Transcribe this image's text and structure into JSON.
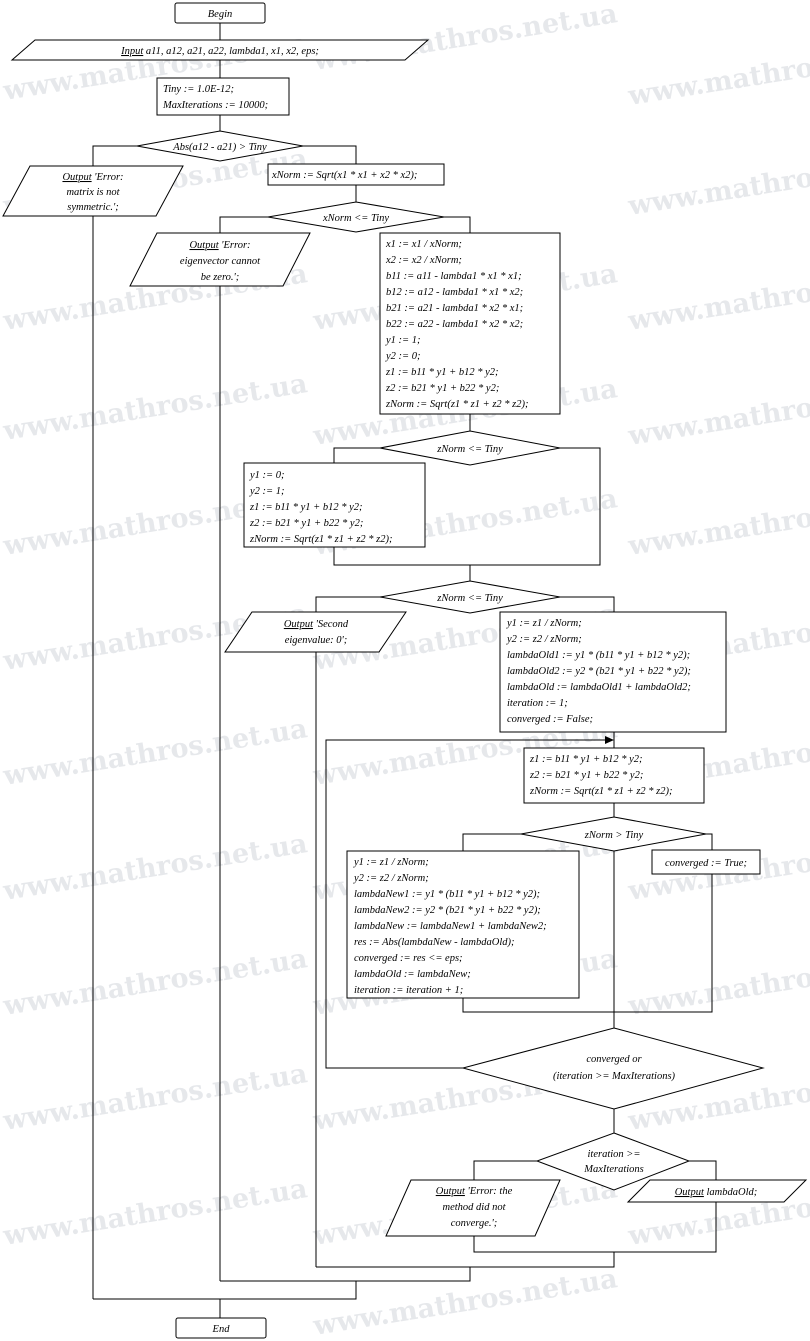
{
  "watermark": "www.mathros.net.ua",
  "begin": "Begin",
  "end": "End",
  "input": {
    "keyword": "Input",
    "text": "a11, a12, a21, a22, lambda1, x1, x2, eps;"
  },
  "init": [
    "Tiny := 1.0E-12;",
    "MaxIterations := 10000;"
  ],
  "cond_symmetric": "Abs(a12 - a21) > Tiny",
  "out_not_symmetric": {
    "keyword": "Output",
    "lines": [
      "'Error:",
      "matrix is not",
      "symmetric.';"
    ]
  },
  "xnorm_assign": "xNorm := Sqrt(x1 * x1 + x2 * x2);",
  "cond_xnorm": "xNorm <= Tiny",
  "out_zero_vector": {
    "keyword": "Output",
    "lines": [
      "'Error:",
      "eigenvector cannot",
      "be zero.';"
    ]
  },
  "block_b": [
    "x1 := x1 / xNorm;",
    "x2 := x2 / xNorm;",
    "b11 := a11 - lambda1 * x1 * x1;",
    "b12 := a12 - lambda1 * x1 * x2;",
    "b21 := a21 - lambda1 * x2 * x1;",
    "b22 := a22 - lambda1 * x2 * x2;",
    "y1 := 1;",
    "y2 := 0;",
    "z1 := b11 * y1 + b12 * y2;",
    "z2 := b21 * y1 + b22 * y2;",
    "zNorm := Sqrt(z1 * z1 + z2 * z2);"
  ],
  "cond_znorm1": "zNorm <= Tiny",
  "block_y2": [
    "y1 := 0;",
    "y2 := 1;",
    "z1 := b11 * y1 + b12 * y2;",
    "z2 := b21 * y1 + b22 * y2;",
    "zNorm := Sqrt(z1 * z1 + z2 * z2);"
  ],
  "cond_znorm2": "zNorm <= Tiny",
  "out_second": {
    "keyword": "Output",
    "lines": [
      "'Second",
      "eigenvalue: 0';"
    ]
  },
  "block_lambda_old": [
    "y1 := z1 / zNorm;",
    "y2 := z2 / zNorm;",
    "lambdaOld1 := y1 * (b11 * y1 + b12 * y2);",
    "lambdaOld2 := y2 * (b21 * y1 + b22 * y2);",
    "lambdaOld := lambdaOld1 + lambdaOld2;",
    "iteration := 1;",
    "converged := False;"
  ],
  "block_z": [
    "z1 := b11 * y1 + b12 * y2;",
    "z2 := b21 * y1 + b22 * y2;",
    "zNorm := Sqrt(z1 * z1 + z2 * z2);"
  ],
  "cond_znorm_pos": "zNorm > Tiny",
  "block_update": [
    "y1 := z1 / zNorm;",
    "y2 := z2 / zNorm;",
    "lambdaNew1 := y1 * (b11 * y1 + b12 * y2);",
    "lambdaNew2 := y2 * (b21 * y1 + b22 * y2);",
    "lambdaNew := lambdaNew1 + lambdaNew2;",
    "res := Abs(lambdaNew - lambdaOld);",
    "converged := res <= eps;",
    "lambdaOld := lambdaNew;",
    "iteration := iteration + 1;"
  ],
  "converged_true": "converged := True;",
  "cond_loop": [
    "converged or",
    "(iteration >= MaxIterations)"
  ],
  "cond_maxiter": [
    "iteration >=",
    "MaxIterations"
  ],
  "out_not_converge": {
    "keyword": "Output",
    "lines": [
      "'Error: the",
      "method did not",
      "converge.';"
    ]
  },
  "out_lambda": {
    "keyword": "Output",
    "text": "lambdaOld;"
  }
}
